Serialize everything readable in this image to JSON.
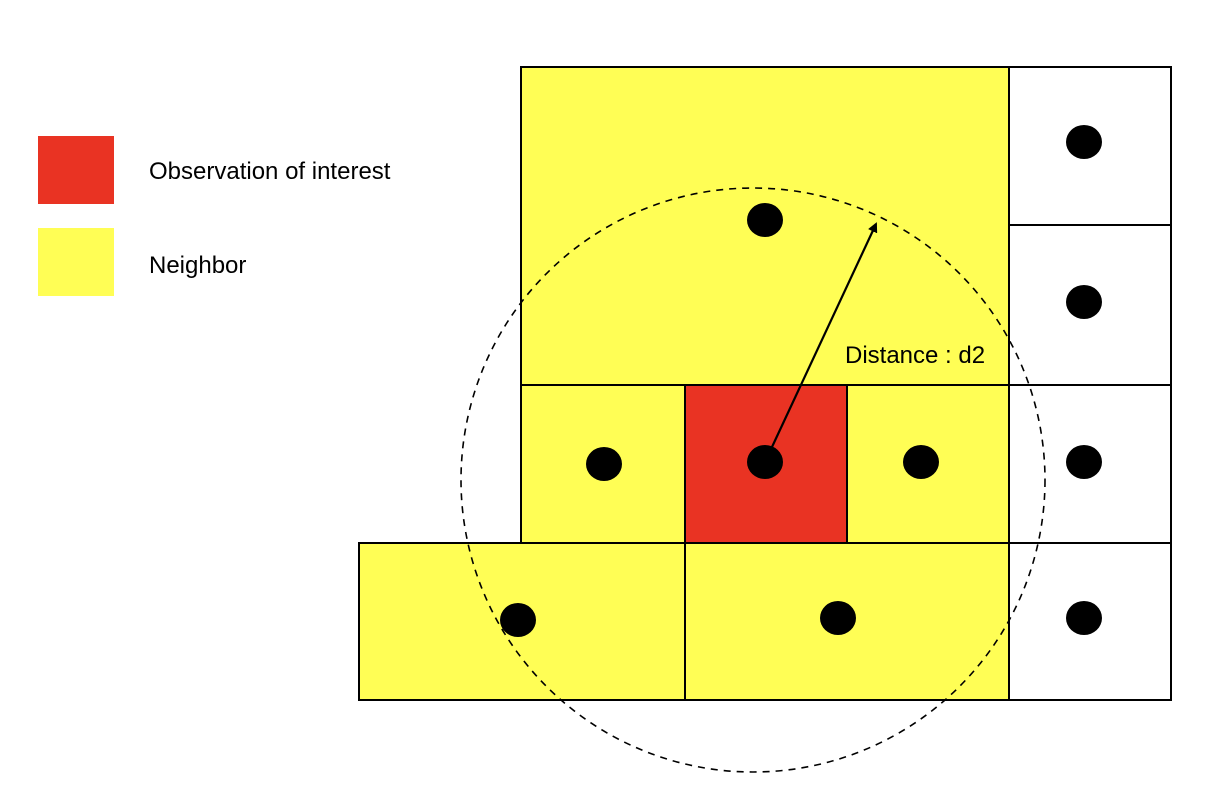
{
  "legend": {
    "items": [
      {
        "label": "Observation of interest",
        "color": "#e93323"
      },
      {
        "label": "Neighbor",
        "color": "#fffe55"
      }
    ]
  },
  "annotation": {
    "distance_label": "Distance : d2"
  },
  "colors": {
    "interest": "#e93323",
    "neighbor": "#fffe55",
    "other": "#ffffff",
    "border": "#000000",
    "point": "#000000"
  },
  "cells": [
    {
      "role": "neighbor"
    },
    {
      "role": "other"
    },
    {
      "role": "other"
    },
    {
      "role": "neighbor"
    },
    {
      "role": "interest"
    },
    {
      "role": "neighbor"
    },
    {
      "role": "other"
    },
    {
      "role": "neighbor"
    },
    {
      "role": "neighbor"
    },
    {
      "role": "other"
    }
  ]
}
